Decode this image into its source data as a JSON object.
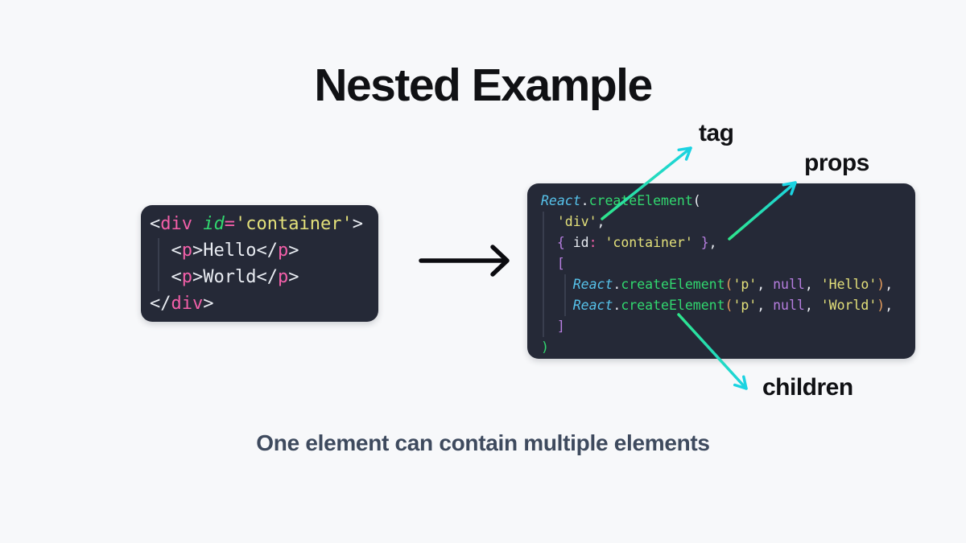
{
  "title": "Nested Example",
  "caption": "One element can contain multiple elements",
  "labels": {
    "tag": "tag",
    "props": "props",
    "children": "children"
  },
  "colors": {
    "page_bg": "#f7f8fa",
    "code_bg": "#252937",
    "white": "#e9ecf2",
    "pink": "#f25fa8",
    "yellow": "#e3e07a",
    "green": "#31d86f",
    "cyan": "#56c2ea",
    "purple": "#b77ee0",
    "orange": "#e29a5c",
    "arrow_green": "#2ee58b",
    "arrow_cyan": "#1bd3e2",
    "arrow_black": "#0b0b0f",
    "caption_color": "#3e4a5e"
  },
  "html_code": {
    "lines": [
      [
        {
          "t": "<",
          "c": "white"
        },
        {
          "t": "div",
          "c": "pink"
        },
        {
          "t": " ",
          "c": "white"
        },
        {
          "t": "id",
          "c": "green",
          "i": true
        },
        {
          "t": "=",
          "c": "pink"
        },
        {
          "t": "'container'",
          "c": "yellow"
        },
        {
          "t": ">",
          "c": "white"
        }
      ],
      [
        {
          "t": "  ",
          "c": "white"
        },
        {
          "t": "<",
          "c": "white"
        },
        {
          "t": "p",
          "c": "pink"
        },
        {
          "t": ">",
          "c": "white"
        },
        {
          "t": "Hello",
          "c": "white"
        },
        {
          "t": "</",
          "c": "white"
        },
        {
          "t": "p",
          "c": "pink"
        },
        {
          "t": ">",
          "c": "white"
        }
      ],
      [
        {
          "t": "  ",
          "c": "white"
        },
        {
          "t": "<",
          "c": "white"
        },
        {
          "t": "p",
          "c": "pink"
        },
        {
          "t": ">",
          "c": "white"
        },
        {
          "t": "World",
          "c": "white"
        },
        {
          "t": "</",
          "c": "white"
        },
        {
          "t": "p",
          "c": "pink"
        },
        {
          "t": ">",
          "c": "white"
        }
      ],
      [
        {
          "t": "</",
          "c": "white"
        },
        {
          "t": "div",
          "c": "pink"
        },
        {
          "t": ">",
          "c": "white"
        }
      ]
    ]
  },
  "react_code": {
    "lines": [
      [
        {
          "t": "React",
          "c": "cyan",
          "i": true
        },
        {
          "t": ".",
          "c": "white"
        },
        {
          "t": "createElement",
          "c": "green"
        },
        {
          "t": "(",
          "c": "white"
        }
      ],
      [
        {
          "t": "  ",
          "c": "white"
        },
        {
          "t": "'div'",
          "c": "yellow"
        },
        {
          "t": ",",
          "c": "white"
        }
      ],
      [
        {
          "t": "  ",
          "c": "white"
        },
        {
          "t": "{",
          "c": "purple"
        },
        {
          "t": " id",
          "c": "white"
        },
        {
          "t": ":",
          "c": "pink"
        },
        {
          "t": " ",
          "c": "white"
        },
        {
          "t": "'container'",
          "c": "yellow"
        },
        {
          "t": " ",
          "c": "white"
        },
        {
          "t": "}",
          "c": "purple"
        },
        {
          "t": ",",
          "c": "white"
        }
      ],
      [
        {
          "t": "  ",
          "c": "white"
        },
        {
          "t": "[",
          "c": "purple"
        }
      ],
      [
        {
          "t": "    ",
          "c": "white"
        },
        {
          "t": "React",
          "c": "cyan",
          "i": true
        },
        {
          "t": ".",
          "c": "white"
        },
        {
          "t": "createElement",
          "c": "green"
        },
        {
          "t": "(",
          "c": "orange"
        },
        {
          "t": "'p'",
          "c": "yellow"
        },
        {
          "t": ", ",
          "c": "white"
        },
        {
          "t": "null",
          "c": "purple"
        },
        {
          "t": ", ",
          "c": "white"
        },
        {
          "t": "'Hello'",
          "c": "yellow"
        },
        {
          "t": ")",
          "c": "orange"
        },
        {
          "t": ",",
          "c": "white"
        }
      ],
      [
        {
          "t": "    ",
          "c": "white"
        },
        {
          "t": "React",
          "c": "cyan",
          "i": true
        },
        {
          "t": ".",
          "c": "white"
        },
        {
          "t": "createElement",
          "c": "green"
        },
        {
          "t": "(",
          "c": "orange"
        },
        {
          "t": "'p'",
          "c": "yellow"
        },
        {
          "t": ", ",
          "c": "white"
        },
        {
          "t": "null",
          "c": "purple"
        },
        {
          "t": ", ",
          "c": "white"
        },
        {
          "t": "'World'",
          "c": "yellow"
        },
        {
          "t": ")",
          "c": "orange"
        },
        {
          "t": ",",
          "c": "white"
        }
      ],
      [
        {
          "t": "  ",
          "c": "white"
        },
        {
          "t": "]",
          "c": "purple"
        }
      ],
      [
        {
          "t": ")",
          "c": "green"
        }
      ]
    ]
  }
}
